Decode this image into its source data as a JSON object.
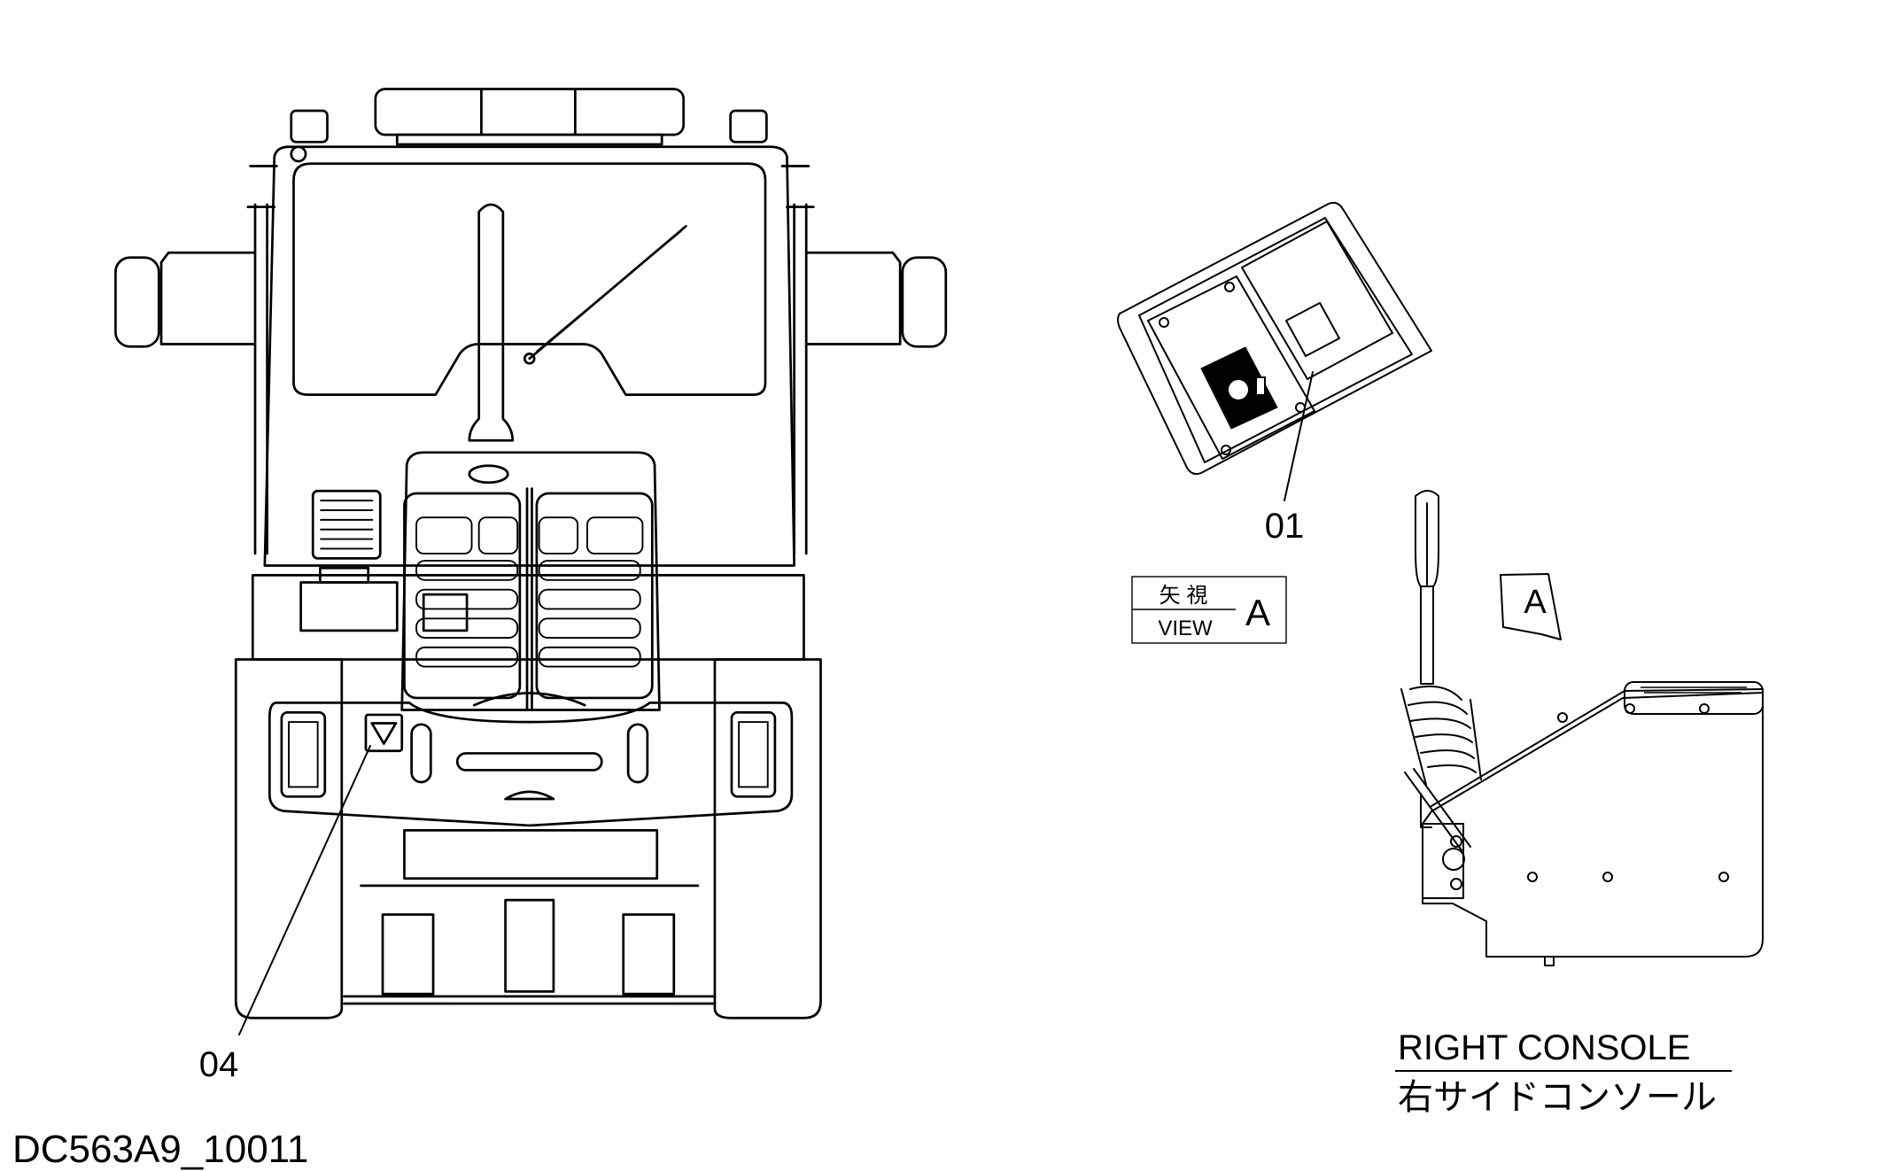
{
  "drawing_number": "DC563A9_10011",
  "callouts": {
    "front_decal": "04",
    "console_decal": "01"
  },
  "view_box": {
    "jp": "矢 視",
    "en": "VIEW",
    "letter": "A"
  },
  "view_arrow_letter": "A",
  "console_caption": {
    "en": "RIGHT CONSOLE",
    "jp": "右サイドコンソール"
  }
}
